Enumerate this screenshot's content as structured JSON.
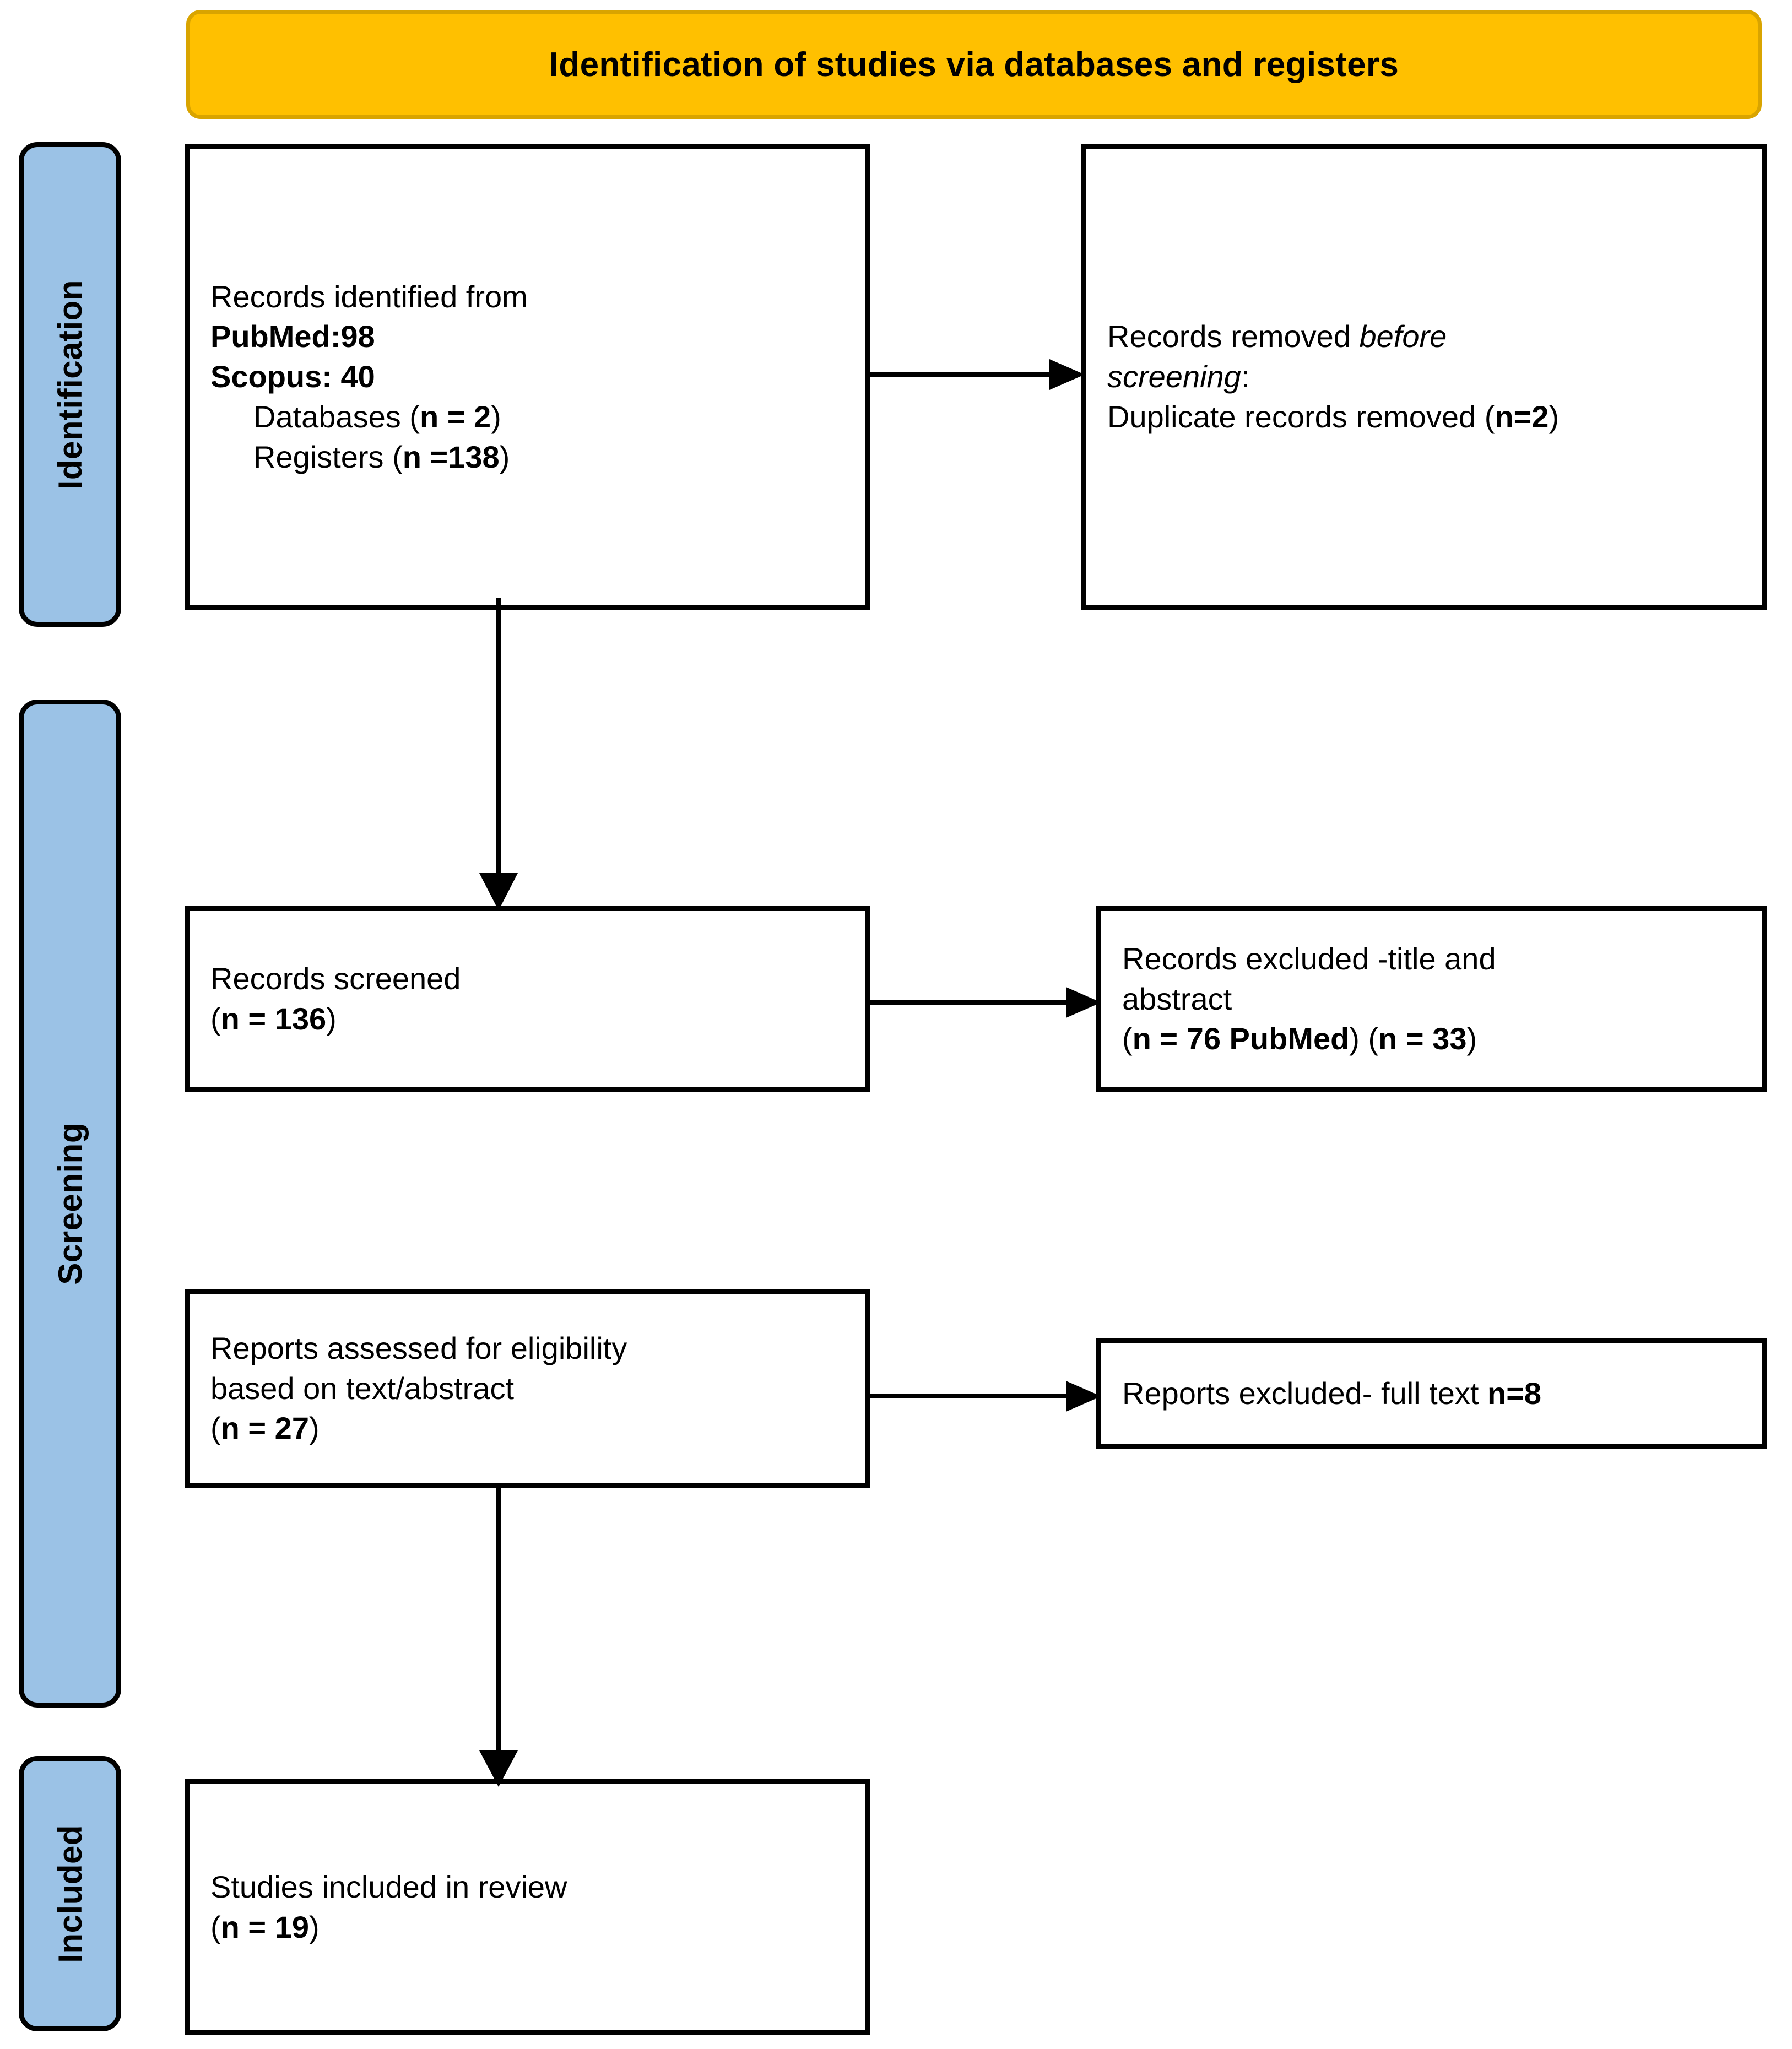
{
  "banner": {
    "title": "Identification of studies via databases and registers",
    "fill_color": "#FFC000",
    "border_color": "#D9A400"
  },
  "stages": [
    {
      "id": "identification",
      "label": "Identification",
      "fill_color": "#9BC2E6"
    },
    {
      "id": "screening",
      "label": "Screening",
      "fill_color": "#9BC2E6"
    },
    {
      "id": "included",
      "label": "Included",
      "fill_color": "#9BC2E6"
    }
  ],
  "boxes": {
    "identified": {
      "line1": "Records identified from",
      "line2": "PubMed:98",
      "line3": "Scopus: 40",
      "line4_label": "Databases (n = 2)",
      "line4_prefix": "Databases (",
      "line4_bold": "n = 2",
      "line4_suffix": ")",
      "line5_prefix": "Registers (",
      "line5_bold": "n =138",
      "line5_suffix": ")"
    },
    "removed": {
      "line1_plain": "Records removed ",
      "line1_italic": "before",
      "line2_italic": "screening",
      "line2_plain": ":",
      "line3_prefix": "Duplicate records removed (",
      "line3_bold": "n=2",
      "line3_suffix": ")"
    },
    "screened": {
      "line1": "Records screened",
      "line2_prefix": "(",
      "line2_bold": "n = 136",
      "line2_suffix": ")"
    },
    "excluded_title_abstract": {
      "line1": "Records excluded -title and",
      "line2": "abstract",
      "line3_prefix": "(",
      "line3_bold": "n = 76 PubMed",
      "line3_mid": ") (",
      "line3_bold2": "n = 33",
      "line3_suffix": ")"
    },
    "eligibility": {
      "line1": "Reports assessed for eligibility",
      "line2": "based on text/abstract",
      "line3_prefix": "(",
      "line3_bold": "n = 27",
      "line3_suffix": ")"
    },
    "excluded_full_text": {
      "line1_plain": "Reports excluded- full text ",
      "line1_bold": "n=8"
    },
    "included": {
      "line1": "Studies included in review",
      "line2_prefix": "(",
      "line2_bold": "n = 19",
      "line2_suffix": ")"
    }
  },
  "connectors": [
    {
      "id": "identified-to-removed",
      "direction": "right"
    },
    {
      "id": "identified-to-screened",
      "direction": "down"
    },
    {
      "id": "screened-to-excluded",
      "direction": "right"
    },
    {
      "id": "eligibility-to-excluded",
      "direction": "right"
    },
    {
      "id": "eligibility-to-included",
      "direction": "down"
    }
  ]
}
